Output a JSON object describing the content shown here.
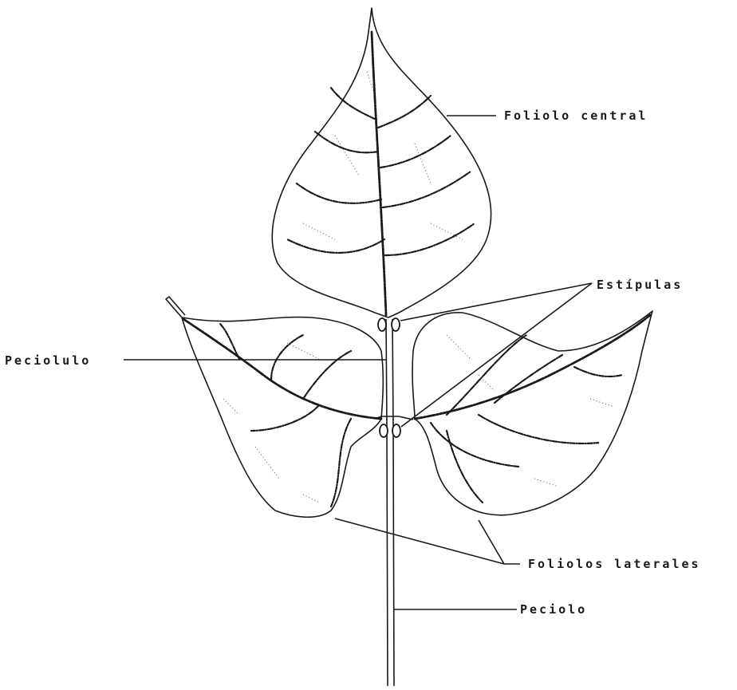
{
  "labels": {
    "central_leaflet": "Foliolo central",
    "stipules": "Estípulas",
    "petiolule": "Peciolulo",
    "lateral_leaflets": "Foliolos laterales",
    "petiole": "Peciolo"
  }
}
